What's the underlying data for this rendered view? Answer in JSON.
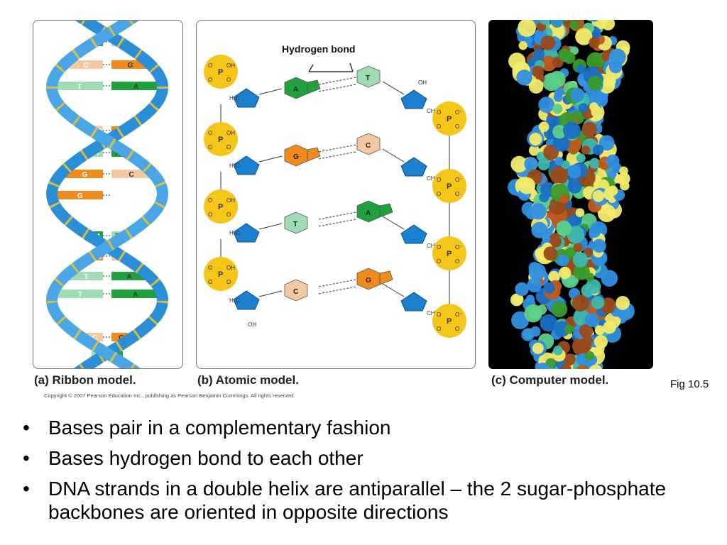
{
  "figure": {
    "panel_a": {
      "caption": "(a) Ribbon model.",
      "pairs": [
        {
          "left": "A",
          "right": "T"
        },
        {
          "left": "C",
          "right": "G"
        },
        {
          "left": "T",
          "right": "A"
        },
        {
          "left": "C",
          "right": "G"
        },
        {
          "left": "T",
          "right": "A"
        },
        {
          "left": "G",
          "right": "C"
        },
        {
          "left": "G",
          "right": ""
        },
        {
          "left": "A",
          "right": "T"
        },
        {
          "left": "G",
          "right": "C"
        },
        {
          "left": "T",
          "right": "A"
        },
        {
          "left": "T",
          "right": "A"
        },
        {
          "left": "C",
          "right": "G"
        },
        {
          "left": "T",
          "right": "A"
        }
      ]
    },
    "panel_b": {
      "caption": "(b) Atomic model.",
      "hydrogen_bond_label": "Hydrogen bond",
      "rows": [
        {
          "left": "A",
          "right": "T"
        },
        {
          "left": "G",
          "right": "C"
        },
        {
          "left": "T",
          "right": "A"
        },
        {
          "left": "C",
          "right": "G"
        }
      ],
      "labels": {
        "oh": "OH",
        "h2c": "H₂C",
        "ch2": "CH₂",
        "p": "P",
        "o": "O",
        "o_minus": "O⁻"
      }
    },
    "panel_c": {
      "caption": "(c) Computer model."
    },
    "figure_ref": "Fig 10.5",
    "copyright": "Copyright © 2007 Pearson Education Inc., publishing as Pearson Benjamin Cummings. All rights reserved."
  },
  "bullets": [
    "Bases pair in a complementary fashion",
    "Bases hydrogen bond to each other",
    "DNA strands in a double helix are antiparallel – the 2 sugar-phosphate backbones are oriented in opposite directions"
  ],
  "colors": {
    "A": "#1fa23d",
    "T": "#9fdcb4",
    "G": "#f08a1c",
    "C": "#f4c9a2",
    "backbone": "#2a8fd6",
    "phosphate": "#f5c518",
    "sugar": "#1c7fd0"
  }
}
